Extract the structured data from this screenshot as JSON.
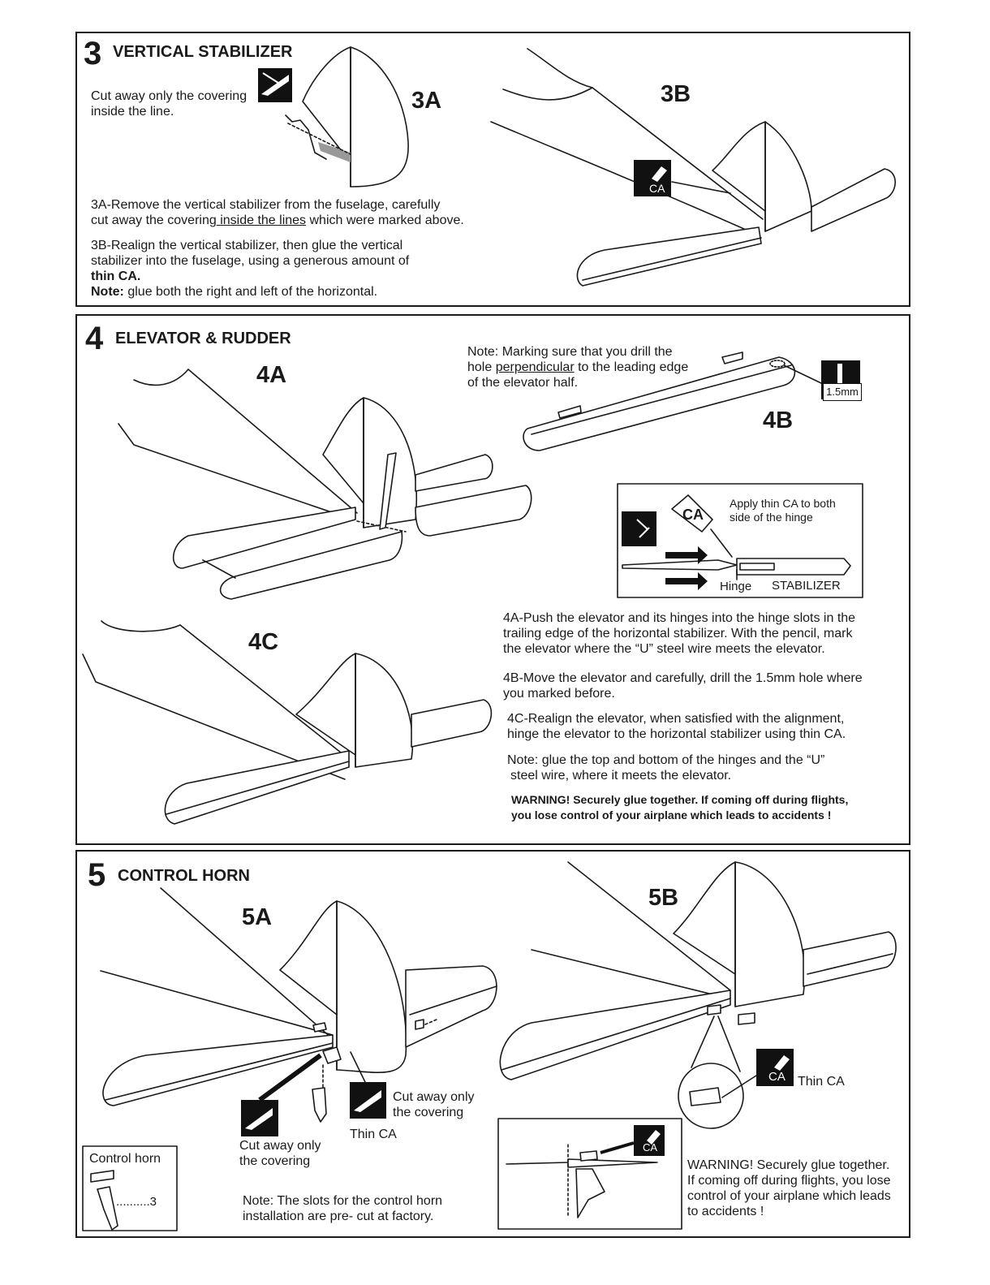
{
  "step3": {
    "number": "3",
    "title": "VERTICAL STABILIZER",
    "cut_note_line1": "Cut away only the covering",
    "cut_note_line2": "inside the line.",
    "fig_a": "3A",
    "fig_b": "3B",
    "ca_label": "CA",
    "desc_a_line1": "3A-Remove the vertical stabilizer from the fuselage, carefully",
    "desc_a_line2_pre": "cut away the covering",
    "desc_a_line2_u": " inside the lines",
    "desc_a_line2_post": " which were marked above.",
    "desc_b_line1": "3B-Realign the vertical stabilizer, then glue the vertical",
    "desc_b_line2": "stabilizer into the fuselage, using a generous amount of",
    "desc_b_line3": "thin CA.",
    "note_label": "Note:",
    "note_text": " glue both the right and left of the horizontal."
  },
  "step4": {
    "number": "4",
    "title": "ELEVATOR & RUDDER",
    "fig_a": "4A",
    "fig_b": "4B",
    "fig_c": "4C",
    "drill_note_line1": "Note: Marking sure that you drill the",
    "drill_note_line2_pre": "hole ",
    "drill_note_line2_u": "perpendicular",
    "drill_note_line2_post": " to the leading edge",
    "drill_note_line3": "of the elevator half.",
    "drill_size": "1.5mm",
    "inset_ca": "CA",
    "inset_apply_line1": "Apply thin CA to both",
    "inset_apply_line2": "side of the hinge",
    "inset_hinge": "Hinge",
    "inset_stabilizer": "STABILIZER",
    "desc_a_line1": "4A-Push the elevator and its hinges into the hinge slots in the",
    "desc_a_line2": "trailing edge of the horizontal stabilizer. With the pencil, mark",
    "desc_a_line3": "the elevator where the “U” steel wire meets the elevator.",
    "desc_b_line1": "4B-Move the elevator and carefully, drill the 1.5mm hole where",
    "desc_b_line2": "you marked before.",
    "desc_c_line1": "4C-Realign the elevator, when satisfied with the alignment,",
    "desc_c_line2": "hinge the elevator to the horizontal stabilizer using thin CA.",
    "note_line1": "Note: glue the top and bottom of the hinges and the “U”",
    "note_line2": "steel wire, where it meets the elevator.",
    "warning_line1": "WARNING! Securely glue together. If coming off during flights,",
    "warning_line2": "you lose control of your airplane which leads to accidents !"
  },
  "step5": {
    "number": "5",
    "title": "CONTROL HORN",
    "fig_a": "5A",
    "fig_b": "5B",
    "cut_right_line1": "Cut away only",
    "cut_right_line2": "the covering",
    "thin_ca_a": "Thin CA",
    "cut_left_line1": "Cut away only",
    "cut_left_line2": "the covering",
    "parts_title": "Control horn",
    "parts_qty": "..........3",
    "slots_note_line1": "Note: The slots for the control horn",
    "slots_note_line2": "installation are pre- cut at factory.",
    "thin_ca_b": "Thin CA",
    "ca_label": "CA",
    "inset_ca": "CA",
    "warning_line1": "WARNING! Securely glue together.",
    "warning_line2": "If coming off during flights, you lose",
    "warning_line3": "control of your airplane which leads",
    "warning_line4": "to accidents !"
  }
}
